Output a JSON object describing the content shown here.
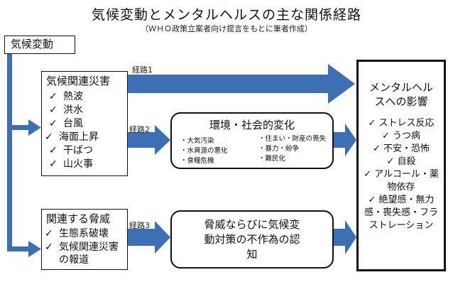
{
  "title": "気候変動とメンタルヘルスの主な関係経路",
  "subtitle": "（ＷＨＯ政策立案者向け提言をもとに筆者作成）",
  "source_box": {
    "label": "気候変動"
  },
  "climate_disasters": {
    "heading": "気候関連災害",
    "items": [
      "熱波",
      "洪水",
      "台風",
      "海面上昇",
      "干ばつ",
      "山火事"
    ]
  },
  "threats": {
    "heading": "関連する脅威",
    "items": [
      "生態系破壊",
      "気候関連災害の報道"
    ]
  },
  "env_social": {
    "heading": "環境・社会的変化",
    "left_items": [
      "大気汚染",
      "水資源の悪化",
      "食糧危機"
    ],
    "right_items": [
      "住まい・財産の喪失",
      "暴力・紛争",
      "難民化"
    ]
  },
  "perception": {
    "text": "脅威ならびに気候変動対策の不作為の認知"
  },
  "routes": {
    "route1": "経路1",
    "route2": "経路2",
    "route3": "経路3"
  },
  "outcome": {
    "heading": "メンタルヘルスへの影響",
    "items": [
      "ストレス反応",
      "うつ病",
      "不安・恐怖",
      "自殺",
      "アルコール・薬物依存",
      "絶望感・無力感・喪失感・フラストレーション"
    ]
  },
  "colors": {
    "arrow": "#3d6fb5",
    "border": "#111111"
  }
}
